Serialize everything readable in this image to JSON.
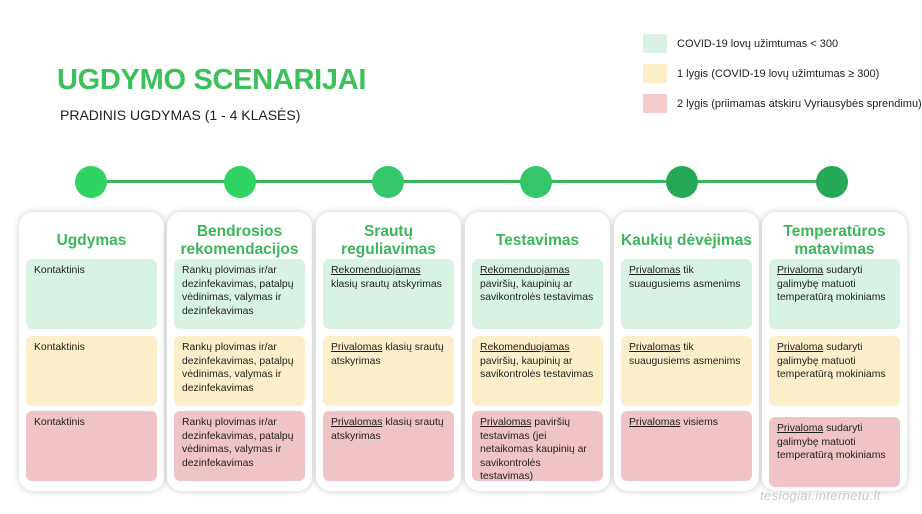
{
  "title": "UGDYMO SCENARIJAI",
  "subtitle": "PRADINIS UGDYMAS (1 - 4 KLASĖS)",
  "legend": [
    {
      "text": "COVID-19 lovų užimtumas < 300",
      "color": "#d8f3e4"
    },
    {
      "text": "1 lygis (COVID-19 lovų užimtumas ≥ 300)",
      "color": "#fbeec8"
    },
    {
      "text": "2 lygis (priimamas atskiru Vyriausybės sprendimu)",
      "color": "#f6c9cb"
    }
  ],
  "timeline_dot_colors": [
    "#2fd462",
    "#2fd462",
    "#34c86a",
    "#34c86a",
    "#26a857",
    "#26a857"
  ],
  "level_colors": [
    "#d8f3e4",
    "#fbeec8",
    "#f0c4c6"
  ],
  "columns": [
    {
      "header": "Ugdymas",
      "cells": [
        {
          "emph": "",
          "text": "Kontaktinis"
        },
        {
          "emph": "",
          "text": "Kontaktinis"
        },
        {
          "emph": "",
          "text": "Kontaktinis"
        }
      ]
    },
    {
      "header": "Bendrosios rekomendacijos",
      "cells": [
        {
          "emph": "",
          "text": "Rankų plovimas ir/ar dezinfekavimas, patalpų vėdinimas, valymas ir dezinfekavimas"
        },
        {
          "emph": "",
          "text": "Rankų plovimas ir/ar dezinfekavimas, patalpų vėdinimas, valymas ir dezinfekavimas"
        },
        {
          "emph": "",
          "text": "Rankų plovimas ir/ar dezinfekavimas, patalpų vėdinimas, valymas ir dezinfekavimas"
        }
      ]
    },
    {
      "header": "Srautų reguliavimas",
      "cells": [
        {
          "emph": "Rekomenduojamas",
          "text": " klasių srautų atskyrimas"
        },
        {
          "emph": "Privalomas",
          "text": " klasių srautų atskyrimas"
        },
        {
          "emph": "Privalomas",
          "text": " klasių srautų atskyrimas"
        }
      ]
    },
    {
      "header": "Testavimas",
      "cells": [
        {
          "emph": "Rekomenduojamas",
          "text": " paviršių, kaupinių ar savikontrolės testavimas"
        },
        {
          "emph": "Rekomenduojamas",
          "text": " paviršių, kaupinių ar savikontrolės testavimas"
        },
        {
          "emph": "Privalomas",
          "text": " paviršių testavimas (jei netaikomas kaupinių ar savikontrolės testavimas)"
        }
      ]
    },
    {
      "header": "Kaukių dėvėjimas",
      "cells": [
        {
          "emph": "Privalomas",
          "text": " tik suaugusiems asmenims"
        },
        {
          "emph": "Privalomas",
          "text": " tik suaugusiems asmenims"
        },
        {
          "emph": "Privalomas",
          "text": " visiems"
        }
      ]
    },
    {
      "header": "Temperatūros matavimas",
      "cells": [
        {
          "emph": "Privaloma",
          "text": " sudaryti galimybę matuoti temperatūrą mokiniams"
        },
        {
          "emph": "Privaloma",
          "text": " sudaryti galimybę matuoti temperatūrą mokiniams"
        },
        {
          "emph": "Privaloma",
          "text": " sudaryti galimybę matuoti temperatūrą mokiniams"
        }
      ]
    }
  ],
  "watermark": "tesiogiai.internetu.lt"
}
